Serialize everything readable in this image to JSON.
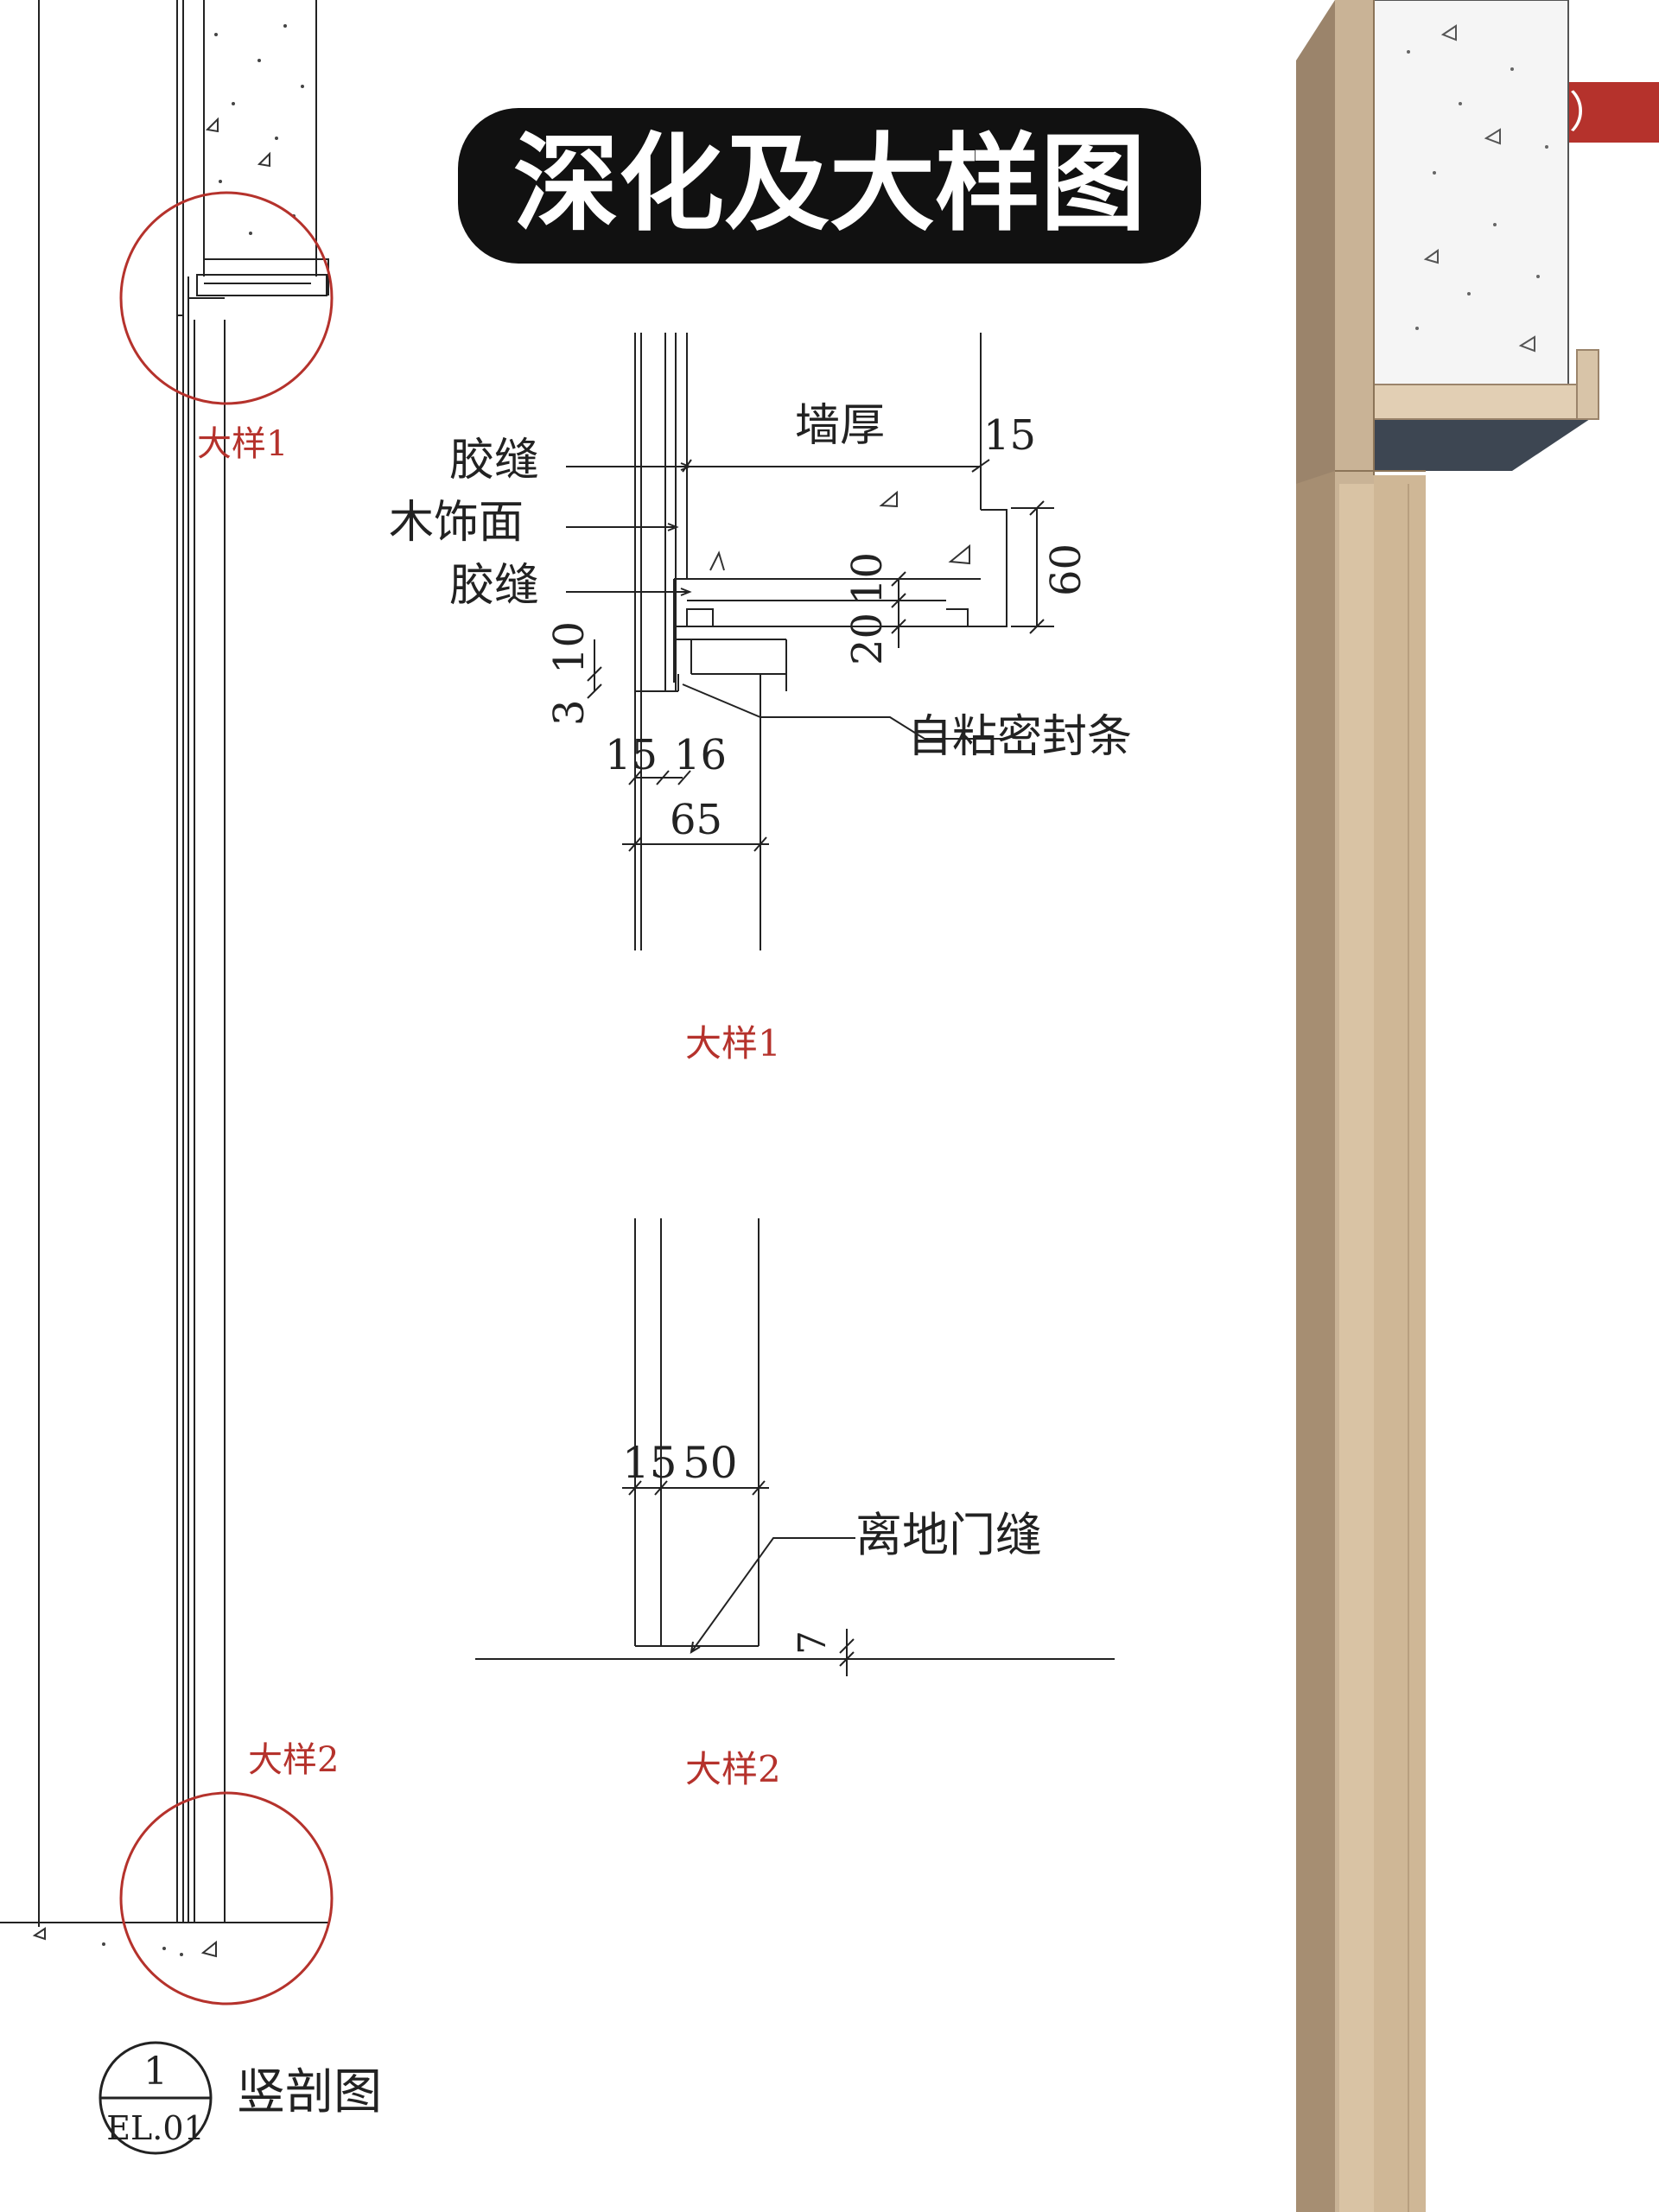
{
  "title": "深化及大样图",
  "section_tag": "竖剖图（1）",
  "overview": {
    "detail1_label": "大样1",
    "detail2_label": "大样2",
    "section_number": "1",
    "section_sheet": "EL.01",
    "section_title": "竖剖图"
  },
  "detail1": {
    "caption": "大样1",
    "labels": {
      "glue_seam_top": "胶缝",
      "wood_finish": "木饰面",
      "glue_seam_bottom": "胶缝",
      "wall_thickness": "墙厚",
      "sealing_strip": "自粘密封条"
    },
    "dims": {
      "d15_top": "15",
      "d60": "60",
      "d10_right": "10",
      "d20": "20",
      "d10_left": "10",
      "d3": "3",
      "d15_bottom": "15",
      "d16": "16",
      "d65": "65"
    }
  },
  "detail2": {
    "caption": "大样2",
    "labels": {
      "floor_gap": "离地门缝"
    },
    "dims": {
      "d15": "15",
      "d50": "50",
      "d7": "7"
    }
  },
  "colors": {
    "accent_red": "#b5322c",
    "wood_light": "#e2cfb4",
    "wood_mid": "#c9b396",
    "wood_dark": "#9b846b",
    "frame_dark": "#3d4652"
  }
}
